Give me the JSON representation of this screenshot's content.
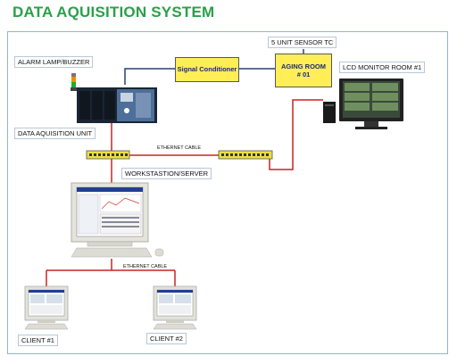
{
  "title": "DATA AQUISITION SYSTEM",
  "labels": {
    "alarm": "ALARM LAMP/BUZZER",
    "daq_unit": "DATA AQUISITION UNIT",
    "sensor": "5 UNIT SENSOR TC",
    "lcd": "LCD MONITOR ROOM #1",
    "ethernet_top": "ETHERNET CABLE",
    "workstation": "WORKSTASTION/SERVER",
    "ethernet_bottom": "ETHERNET CABLE",
    "client1": "CLIENT #1",
    "client2": "CLIENT #2"
  },
  "boxes": {
    "signal_conditioner": "Signal Conditioner",
    "aging_room": "AGING ROOM # 01"
  },
  "colors": {
    "title_green": "#2aa04a",
    "box_yellow": "#ffee55",
    "box_text": "#1a2a7a",
    "red_line": "#cc2222",
    "blue_line": "#2a3f7a"
  }
}
